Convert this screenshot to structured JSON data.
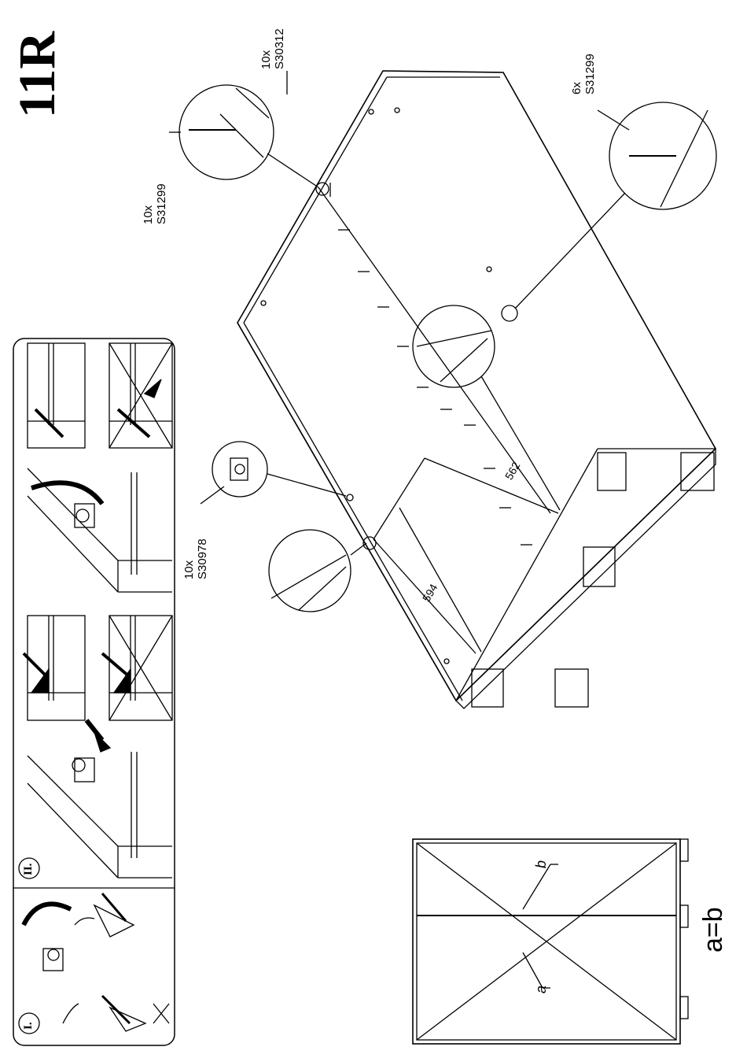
{
  "step": {
    "label": "11R"
  },
  "parts": {
    "p1": {
      "qty": "10x",
      "code": "S30312"
    },
    "p2": {
      "qty": "10x",
      "code": "S31299"
    },
    "p3": {
      "qty": "6x",
      "code": "S31299"
    },
    "p4": {
      "qty": "10x",
      "code": "S30978"
    }
  },
  "dimensions": {
    "d1": "562",
    "d2": "594"
  },
  "panel": {
    "step1": "I.",
    "step2": "II."
  },
  "check": {
    "label_a": "a",
    "label_b": "b",
    "formula": "a=b"
  }
}
